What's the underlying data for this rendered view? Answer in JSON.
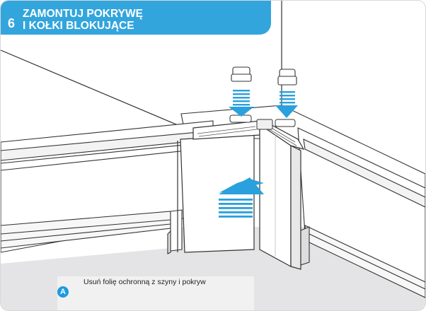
{
  "step": {
    "number": "6",
    "title_line1": "ZAMONTUJ POKRYWĘ",
    "title_line2": "I KOŁKI BLOKUJĄCE"
  },
  "note": {
    "badge": "A",
    "text": "Usuń folię ochronną z szyny i pokryw"
  },
  "colors": {
    "header_bg": "#32a5dc",
    "arrow_blue": "#2aa0dc",
    "badge_blue": "#1e9be0",
    "floor_gray": "#e4e4e6"
  },
  "icons": [
    "downward-arrow-icon",
    "upward-arrow-icon"
  ]
}
